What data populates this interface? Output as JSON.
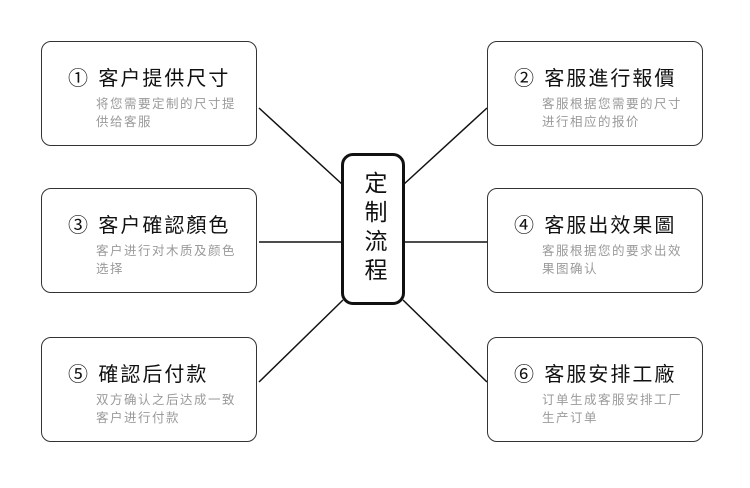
{
  "center": {
    "label": "定制流程"
  },
  "steps": [
    {
      "title": "① 客户提供尺寸",
      "desc": "将您需要定制的尺寸提供给客服"
    },
    {
      "title": "② 客服進行報價",
      "desc": "客服根据您需要的尺寸进行相应的报价"
    },
    {
      "title": "③ 客户確認顏色",
      "desc": "客户进行对木质及颜色选择"
    },
    {
      "title": "④ 客服出效果圖",
      "desc": "客服根据您的要求出效果图确认"
    },
    {
      "title": "⑤ 確認后付款",
      "desc": "双方确认之后达成一致 客户进行付款"
    },
    {
      "title": "⑥ 客服安排工廠",
      "desc": "订单生成客服安排工厂生产订单"
    }
  ]
}
